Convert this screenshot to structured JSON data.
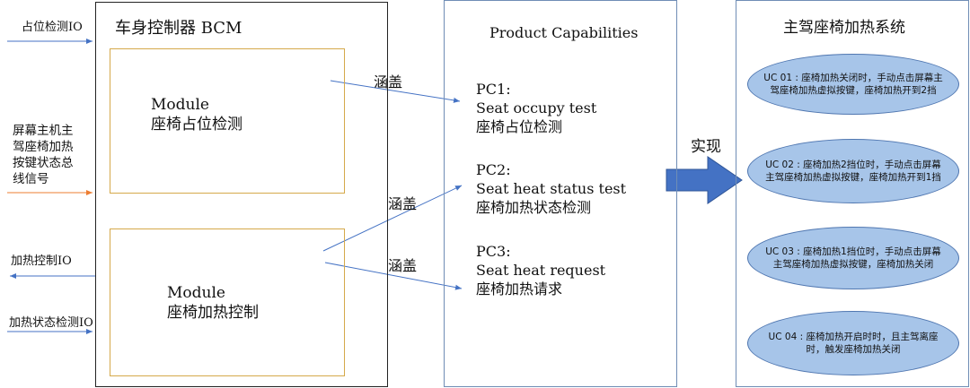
{
  "bcm": {
    "title": "车身控制器 BCM"
  },
  "module1": {
    "line1": "Module",
    "line2": "座椅占位检测"
  },
  "module2": {
    "line1": "Module",
    "line2": "座椅加热控制"
  },
  "signals": {
    "occupy_io": "占位检测IO",
    "screen_signal_lines": [
      "屏幕主机主",
      "驾座椅加热",
      "按键状态总",
      "线信号"
    ],
    "heat_control_io": "加热控制IO",
    "heat_status_io": "加热状态检测IO"
  },
  "covers": {
    "label1": "涵盖",
    "label2": "涵盖",
    "label3": "涵盖"
  },
  "pc": {
    "title": "Product Capabilities",
    "items": [
      {
        "id": "PC1:",
        "en": "Seat occupy test",
        "cn": "座椅占位检测"
      },
      {
        "id": "PC2:",
        "en": "Seat heat status test",
        "cn": "座椅加热状态检测"
      },
      {
        "id": "PC3:",
        "en": "Seat heat request",
        "cn": "座椅加热请求"
      }
    ]
  },
  "realize": {
    "label": "实现"
  },
  "uc": {
    "title": "主驾座椅加热系统",
    "items": [
      {
        "text": "UC 01 : 座椅加热关闭时，手动点击屏幕主驾座椅加热虚拟按键，座椅加热开到2挡"
      },
      {
        "text": "UC 02 : 座椅加热2挡位时，手动点击屏幕主驾座椅加热虚拟按键，座椅加热开到1挡"
      },
      {
        "text": "UC 03 : 座椅加热1挡位时，手动点击屏幕主驾座椅加热虚拟按键，座椅加热关闭"
      },
      {
        "text": "UC 04 : 座椅加热开启时时，且主驾离座时，触发座椅加热关闭"
      }
    ]
  },
  "colors": {
    "arrow_blue": "#4472c4",
    "arrow_orange": "#ed7d31",
    "ellipse_fill": "#a7c5e9",
    "module_border": "#d5a94a"
  }
}
